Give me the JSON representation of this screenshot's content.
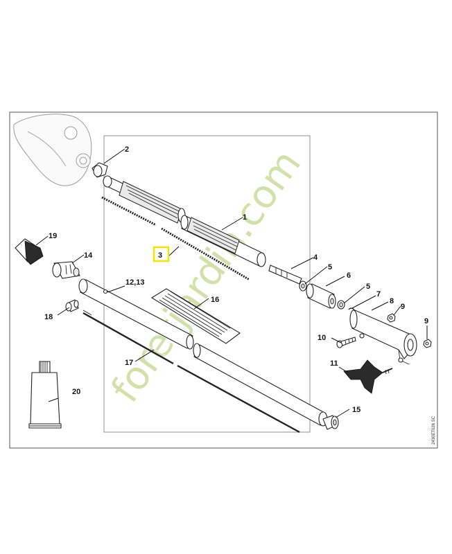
{
  "labels": {
    "p1": "1",
    "p2": "2",
    "p3": "3",
    "p4": "4",
    "p5a": "5",
    "p5b": "5",
    "p6": "6",
    "p7": "7",
    "p8": "8",
    "p9a": "9",
    "p9b": "9",
    "p10": "10",
    "p11": "11",
    "p1213": "12,13",
    "p14": "14",
    "p15": "15",
    "p16": "16",
    "p17": "17",
    "p18": "18",
    "p19": "19",
    "p20": "20"
  },
  "drawing_code": "2430ET026 SC",
  "watermark": "foretjardin.com",
  "highlight": {
    "part": "3",
    "color": "#f2e600"
  }
}
